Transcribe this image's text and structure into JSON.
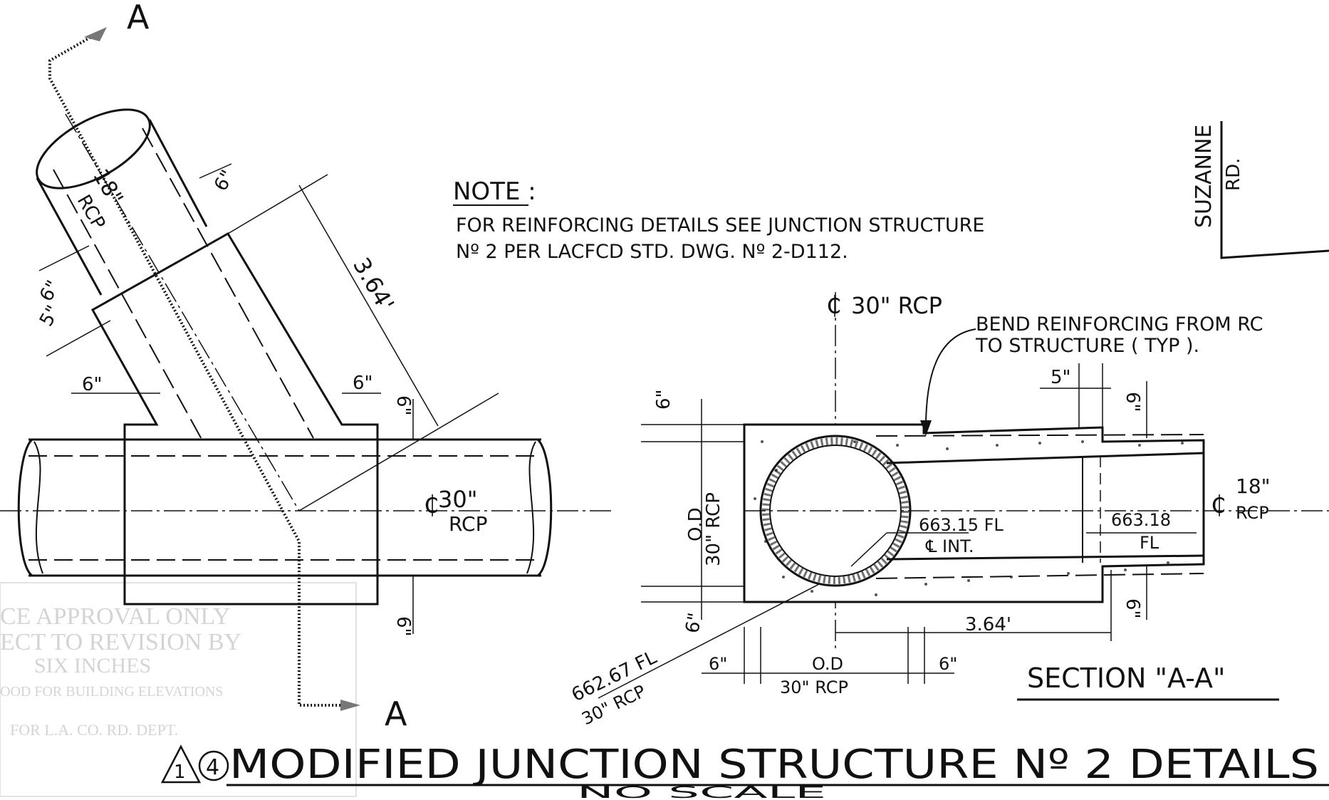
{
  "section_marks": {
    "top": "A",
    "bottom": "A"
  },
  "note": {
    "heading": "NOTE :",
    "line1": "FOR REINFORCING DETAILS SEE JUNCTION STRUCTURE",
    "line2": "Nº 2 PER LACFCD STD. DWG. Nº 2-D112."
  },
  "street": {
    "name": "SUZANNE",
    "suffix": "RD."
  },
  "plan_view": {
    "branch_pipe": {
      "size": "18\"",
      "type": "RCP"
    },
    "main_pipe": {
      "size": "30\"",
      "type": "RCP"
    },
    "dim_length": "3.64'",
    "dim_6_branch": "6\"",
    "dim_6_left": "6\"",
    "dim_5_left": "5\"",
    "dim_6_bottom_left": "6\"",
    "dim_6_bottom_right": "6\"",
    "dim_6_right_top": "6\"",
    "dim_6_right_bottom": "6\""
  },
  "section_view": {
    "centerline_label": "30\" RCP",
    "bend_note_1": "BEND REINFORCING FROM RC",
    "bend_note_2": "TO STRUCTURE ( TYP ).",
    "dim_5": "5\"",
    "dim_6_top": "6\"",
    "dim_6_right": "6\"",
    "od_vertical": "O.D",
    "od_vertical_pipe": "30\" RCP",
    "dim_6_left_top": "6\"",
    "dim_6_left_bottom": "6\"",
    "fl_663_15": "663.15 FL",
    "int_label": "℄ INT.",
    "fl_663_18": "663.18",
    "fl_label": "FL",
    "right_pipe_size": "18\"",
    "right_pipe_type": "RCP",
    "dim_3_64": "3.64'",
    "fl_662_67": "662.67 FL",
    "fl_pipe": "30\" RCP",
    "bottom_6_left": "6\"",
    "bottom_od": "O.D",
    "bottom_pipe": "30\" RCP",
    "bottom_6_right": "6\"",
    "title": "SECTION \"A-A\""
  },
  "stamp": {
    "line1": "CE APPROVAL ONLY",
    "line2": "ECT TO REVISION BY",
    "line3": "SIX INCHES",
    "line4": "OOD FOR BUILDING ELEVATIONS",
    "line5": "FOR L.A. CO. RD. DEPT."
  },
  "title_block": {
    "revision": "1",
    "detail_number": "4",
    "title": "MODIFIED JUNCTION STRUCTURE Nº 2 DETAILS",
    "scale": "NO SCALE"
  }
}
